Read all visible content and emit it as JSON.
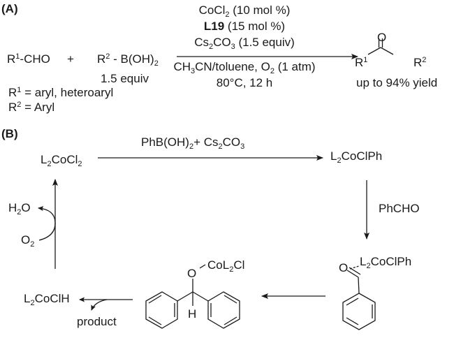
{
  "panel_a": {
    "label": "(A)",
    "reactant1": {
      "r": "R",
      "sup": "1",
      "rest": "-CHO"
    },
    "plus": "+",
    "reactant2": {
      "r": "R",
      "sup": "2",
      "rest": " - B(OH)",
      "sub": "2"
    },
    "reactant2_equiv": "1.5 equiv",
    "r1_def": {
      "r": "R",
      "sup": "1",
      "rest": " = aryl, heteroaryl"
    },
    "r2_def": {
      "r": "R",
      "sup": "2",
      "rest": " = Aryl"
    },
    "cond_above": [
      {
        "a": "CoCl",
        "sub": "2",
        "b": " (10 mol %)"
      },
      {
        "bold": "L19",
        "b": " (15 mol %)"
      },
      {
        "a": "Cs",
        "sub": "2",
        "a2": "CO",
        "sub2": "3",
        "b": " (1.5 equiv)"
      }
    ],
    "cond_below": [
      {
        "a": "CH",
        "sub": "3",
        "a2": "CN/toluene, O",
        "sub2": "2",
        "b": " (1 atm)"
      },
      {
        "b": "80°C, 12 h"
      }
    ],
    "product": {
      "o": "O",
      "r1": "R",
      "r1sup": "1",
      "r2": "R",
      "r2sup": "2"
    },
    "yield": "up to 94% yield"
  },
  "panel_b": {
    "label": "(B)",
    "l2cocl2": {
      "a": "L",
      "s1": "2",
      "b": "CoCl",
      "s2": "2"
    },
    "reagent_top": {
      "a": "PhB(OH)",
      "s1": "2",
      "b": "+ Cs",
      "s2": "2",
      "c": "CO",
      "s3": "3"
    },
    "l2coclph": {
      "a": "L",
      "s1": "2",
      "b": "CoClPh"
    },
    "phcho": "PhCHO",
    "complex_label": {
      "o": "O",
      "a": "L",
      "s1": "2",
      "b": "CoClPh"
    },
    "alkoxide": {
      "o": "O",
      "a": "CoL",
      "s1": "2",
      "b": "Cl",
      "h": "H"
    },
    "l2coclh": {
      "a": "L",
      "s1": "2",
      "b": "CoClH"
    },
    "product": "product",
    "h2o": {
      "a": "H",
      "s1": "2",
      "b": "O"
    },
    "o2": {
      "a": "O",
      "s1": "2"
    }
  }
}
